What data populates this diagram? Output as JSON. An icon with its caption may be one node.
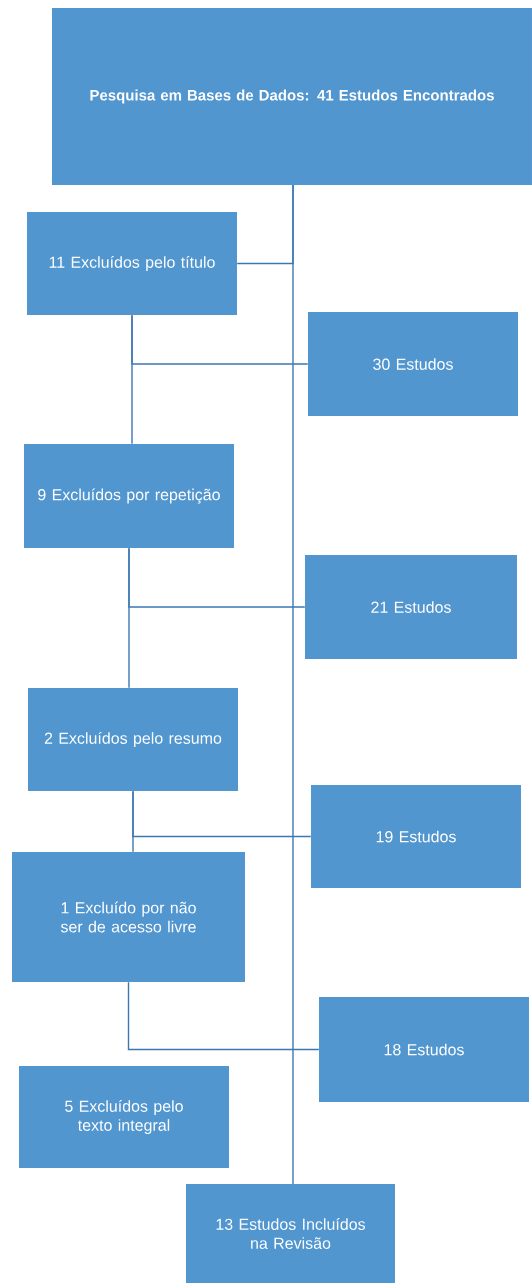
{
  "diagram": {
    "nodes": [
      {
        "text": [
          "Pesquisa em Bases de Dados: 41 Estudos Encontrados"
        ]
      },
      {
        "text": [
          "11 Excluídos pelo título"
        ]
      },
      {
        "text": [
          "30 Estudos"
        ]
      },
      {
        "text": [
          "9 Excluídos por repetição"
        ]
      },
      {
        "text": [
          "21 Estudos"
        ]
      },
      {
        "text": [
          "2 Excluídos pelo resumo"
        ]
      },
      {
        "text": [
          "19 Estudos"
        ]
      },
      {
        "text": [
          "1 Excluído por não ser de acesso livre"
        ]
      },
      {
        "text": [
          "18 Estudos"
        ]
      },
      {
        "text": [
          "5 Excluídos pelo texto integral"
        ]
      },
      {
        "text": [
          "13 Estudos Incluídos na Revisão"
        ]
      }
    ],
    "edges": [
      {
        "from": 0,
        "to": 10,
        "arrow": "none"
      },
      {
        "from": 0,
        "to": 1,
        "arrow": "none"
      },
      {
        "from": 1,
        "to": 3,
        "arrow": "none"
      },
      {
        "from": 1,
        "to": 2,
        "arrow": "none"
      },
      {
        "from": 3,
        "to": 5,
        "arrow": "none"
      },
      {
        "from": 3,
        "to": 4,
        "arrow": "none"
      },
      {
        "from": 5,
        "to": 7,
        "arrow": "none"
      },
      {
        "from": 5,
        "to": 6,
        "arrow": "none"
      },
      {
        "from": 7,
        "to": 8,
        "arrow": "none"
      }
    ]
  }
}
